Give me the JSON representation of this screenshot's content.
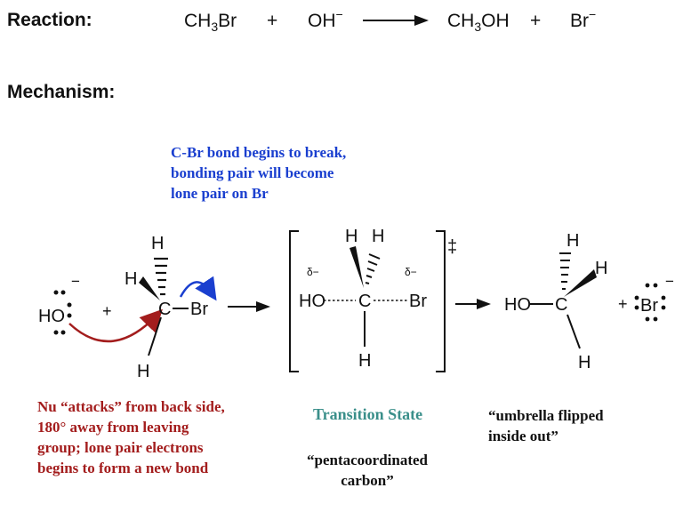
{
  "reaction": {
    "label": "Reaction:",
    "reactant1": {
      "main": "CH",
      "sub": "3",
      "tail": "Br"
    },
    "plus1": "+",
    "reactant2": {
      "main": "OH",
      "sup": "−"
    },
    "product1": {
      "main": "CH",
      "sub": "3",
      "tail": "OH"
    },
    "plus2": "+",
    "product2": {
      "main": "Br",
      "sup": "−"
    }
  },
  "mechanism": {
    "label": "Mechanism:",
    "nucleophile": {
      "text": "HO",
      "charge": "−"
    },
    "plus1": "+",
    "substrate": {
      "carbon": "C",
      "leaving": "Br",
      "h_top": "H",
      "h_left": "H",
      "h_bottom": "H"
    },
    "transition_state": {
      "ho": "HO",
      "carbon": "C",
      "br": "Br",
      "h_top_left": "H",
      "h_top_right": "H",
      "h_bottom": "H",
      "delta_left": "δ−",
      "delta_right": "δ−",
      "dagger": "‡"
    },
    "product": {
      "ho": "HO",
      "carbon": "C",
      "h_top": "H",
      "h_right": "H",
      "h_bottom": "H"
    },
    "plus2": "+",
    "bromide": {
      "text": "Br",
      "charge": "−"
    }
  },
  "notes": {
    "bond_break": [
      "C-Br bond begins to break,",
      "bonding pair will become",
      "lone pair on Br"
    ],
    "attack": [
      "Nu “attacks” from back side,",
      "180° away from leaving",
      "group; lone pair electrons",
      "begins to form a new bond"
    ],
    "transition_state_label": "Transition State",
    "pentacoordinated": [
      "“pentacoordinated",
      "carbon”"
    ],
    "umbrella": [
      "“umbrella flipped",
      "inside out”"
    ]
  },
  "colors": {
    "blue": "#1a3fcf",
    "red": "#a31d1d",
    "teal": "#3a8f8a",
    "black": "#111111"
  }
}
